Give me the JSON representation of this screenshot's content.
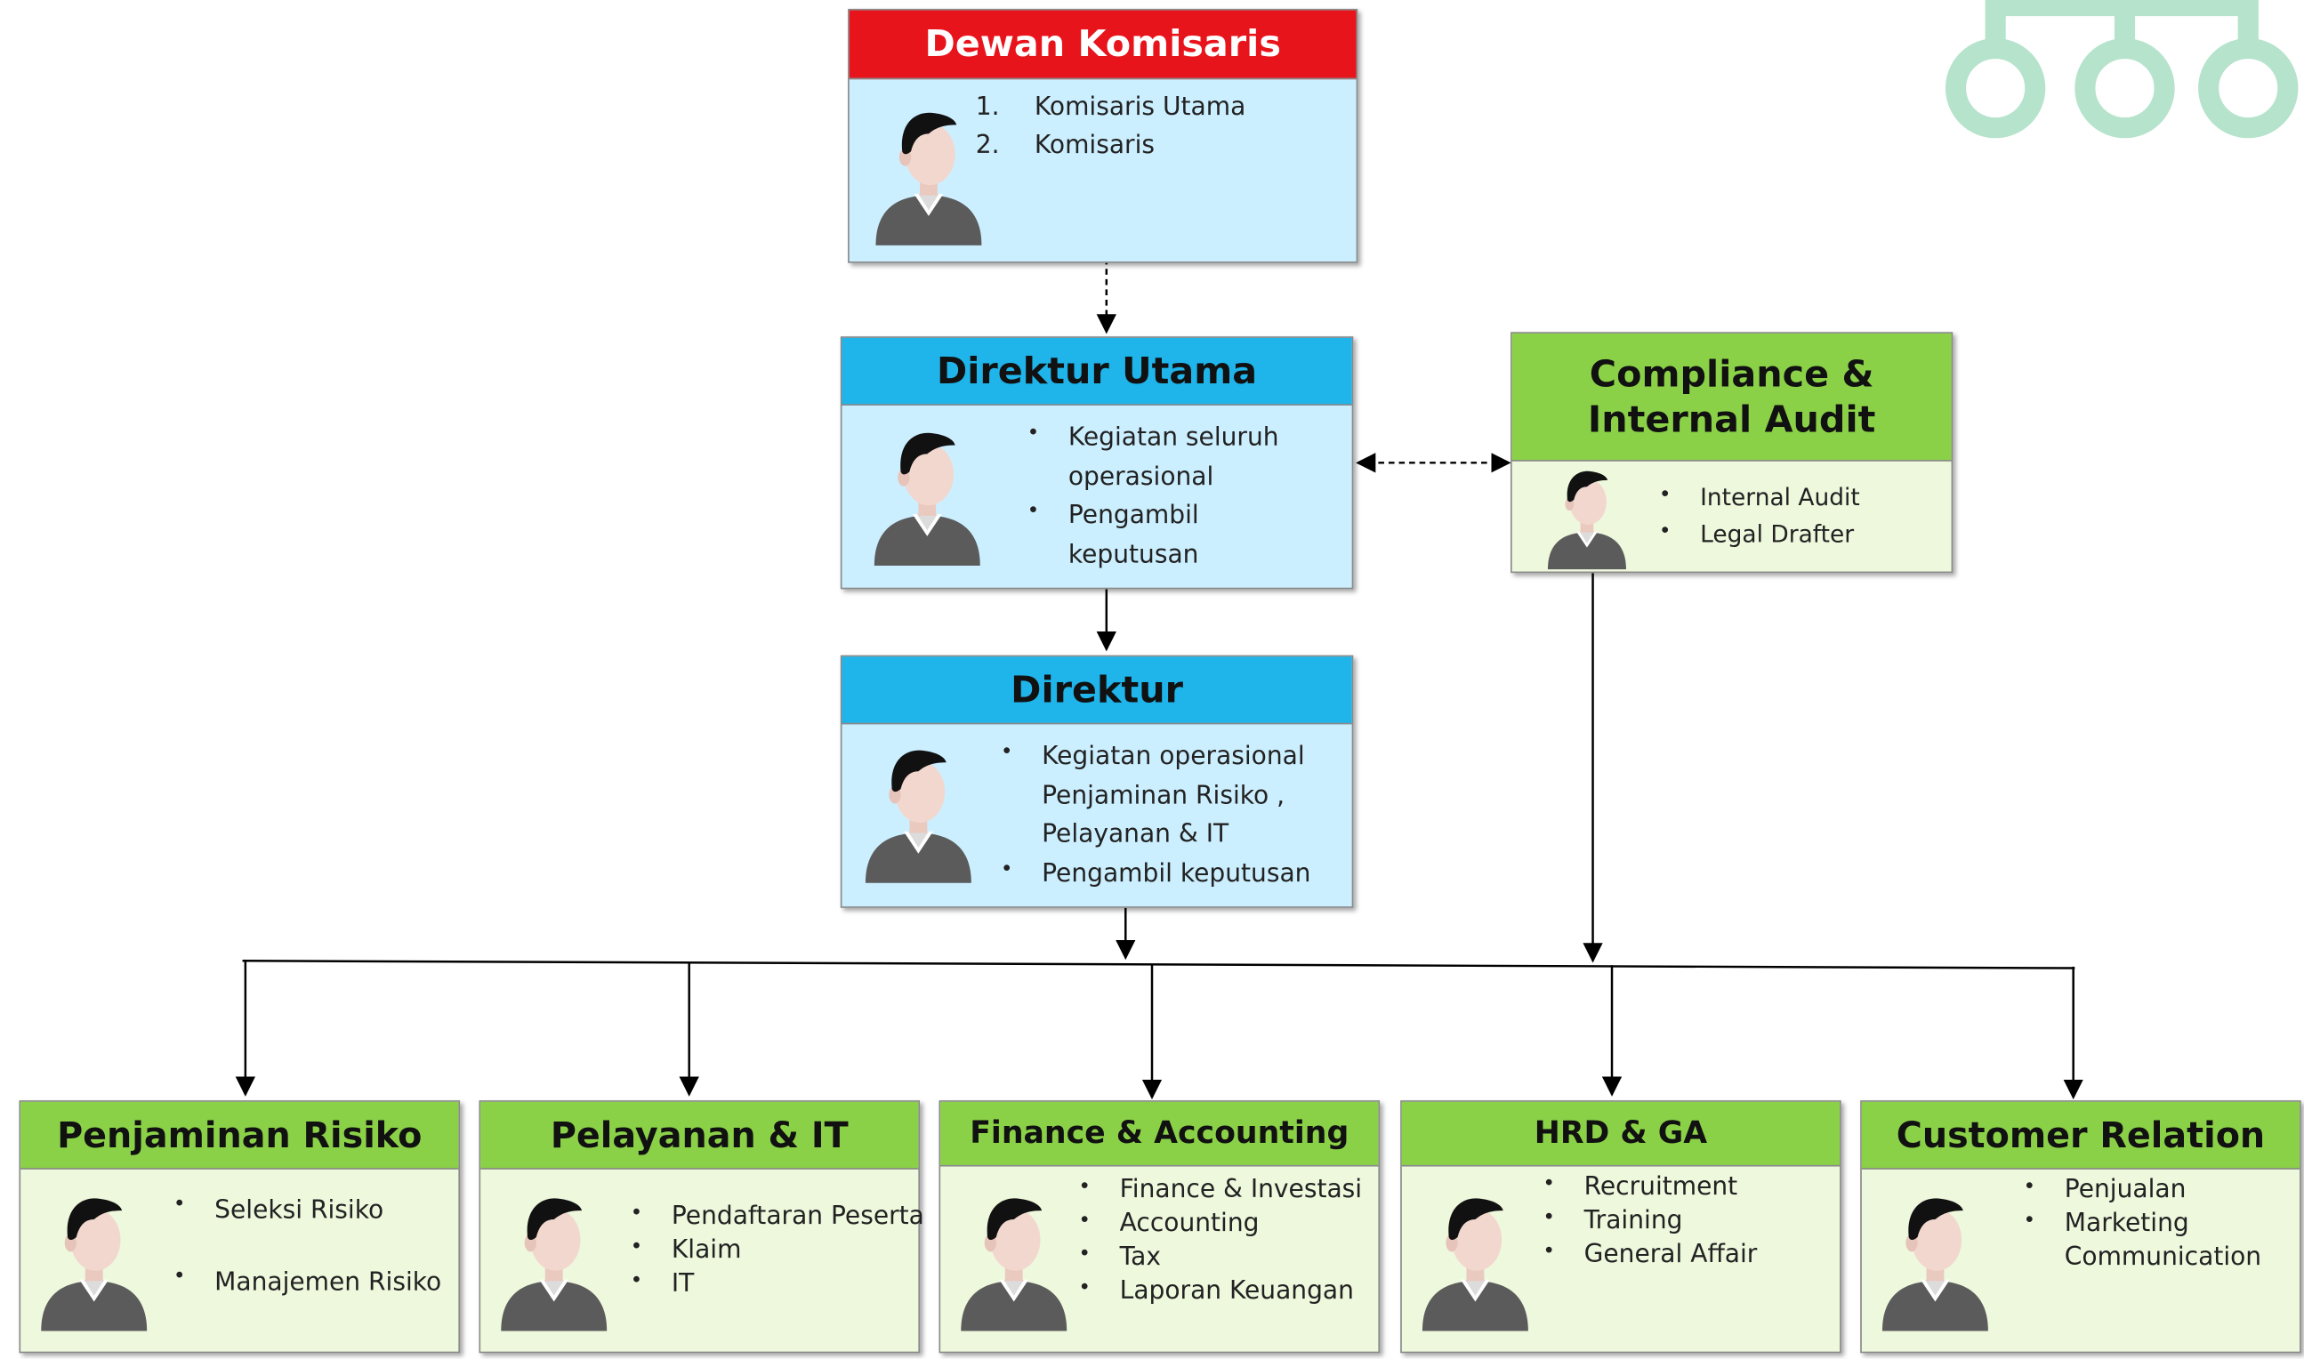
{
  "colors": {
    "commissioner_header": "#e8141c",
    "director_header": "#1fb4ea",
    "director_body": "#ccefff",
    "division_header": "#8bd148",
    "division_body": "#eef8dd",
    "logo": "#b5e3cc"
  },
  "icons": {
    "person": "person-icon",
    "logo": "logo-icon"
  },
  "dewan_komisaris": {
    "title": "Dewan Komisaris",
    "items": [
      "Komisaris Utama",
      "Komisaris"
    ]
  },
  "direktur_utama": {
    "title": "Direktur Utama",
    "items": [
      "Kegiatan seluruh",
      "operasional",
      "Pengambil",
      "keputusan"
    ]
  },
  "compliance": {
    "title_line1": "Compliance &",
    "title_line2": "Internal Audit",
    "items": [
      "Internal Audit",
      "Legal Drafter"
    ]
  },
  "direktur": {
    "title": "Direktur",
    "items": [
      "Kegiatan operasional",
      "Penjaminan  Risiko ,",
      "Pelayanan & IT",
      "Pengambil keputusan"
    ]
  },
  "divisions": [
    {
      "title": "Penjaminan Risiko",
      "items": [
        "Seleksi Risiko",
        "Manajemen Risiko"
      ]
    },
    {
      "title": "Pelayanan & IT",
      "items": [
        "Pendaftaran Peserta",
        "Klaim",
        "IT"
      ]
    },
    {
      "title": "Finance & Accounting",
      "items": [
        "Finance & Investasi",
        "Accounting",
        "Tax",
        "Laporan Keuangan"
      ]
    },
    {
      "title": "HRD & GA",
      "items": [
        "Recruitment",
        "Training",
        "General Affair"
      ]
    },
    {
      "title": "Customer Relation",
      "items": [
        "Penjualan",
        "Marketing",
        "Communication"
      ]
    }
  ]
}
